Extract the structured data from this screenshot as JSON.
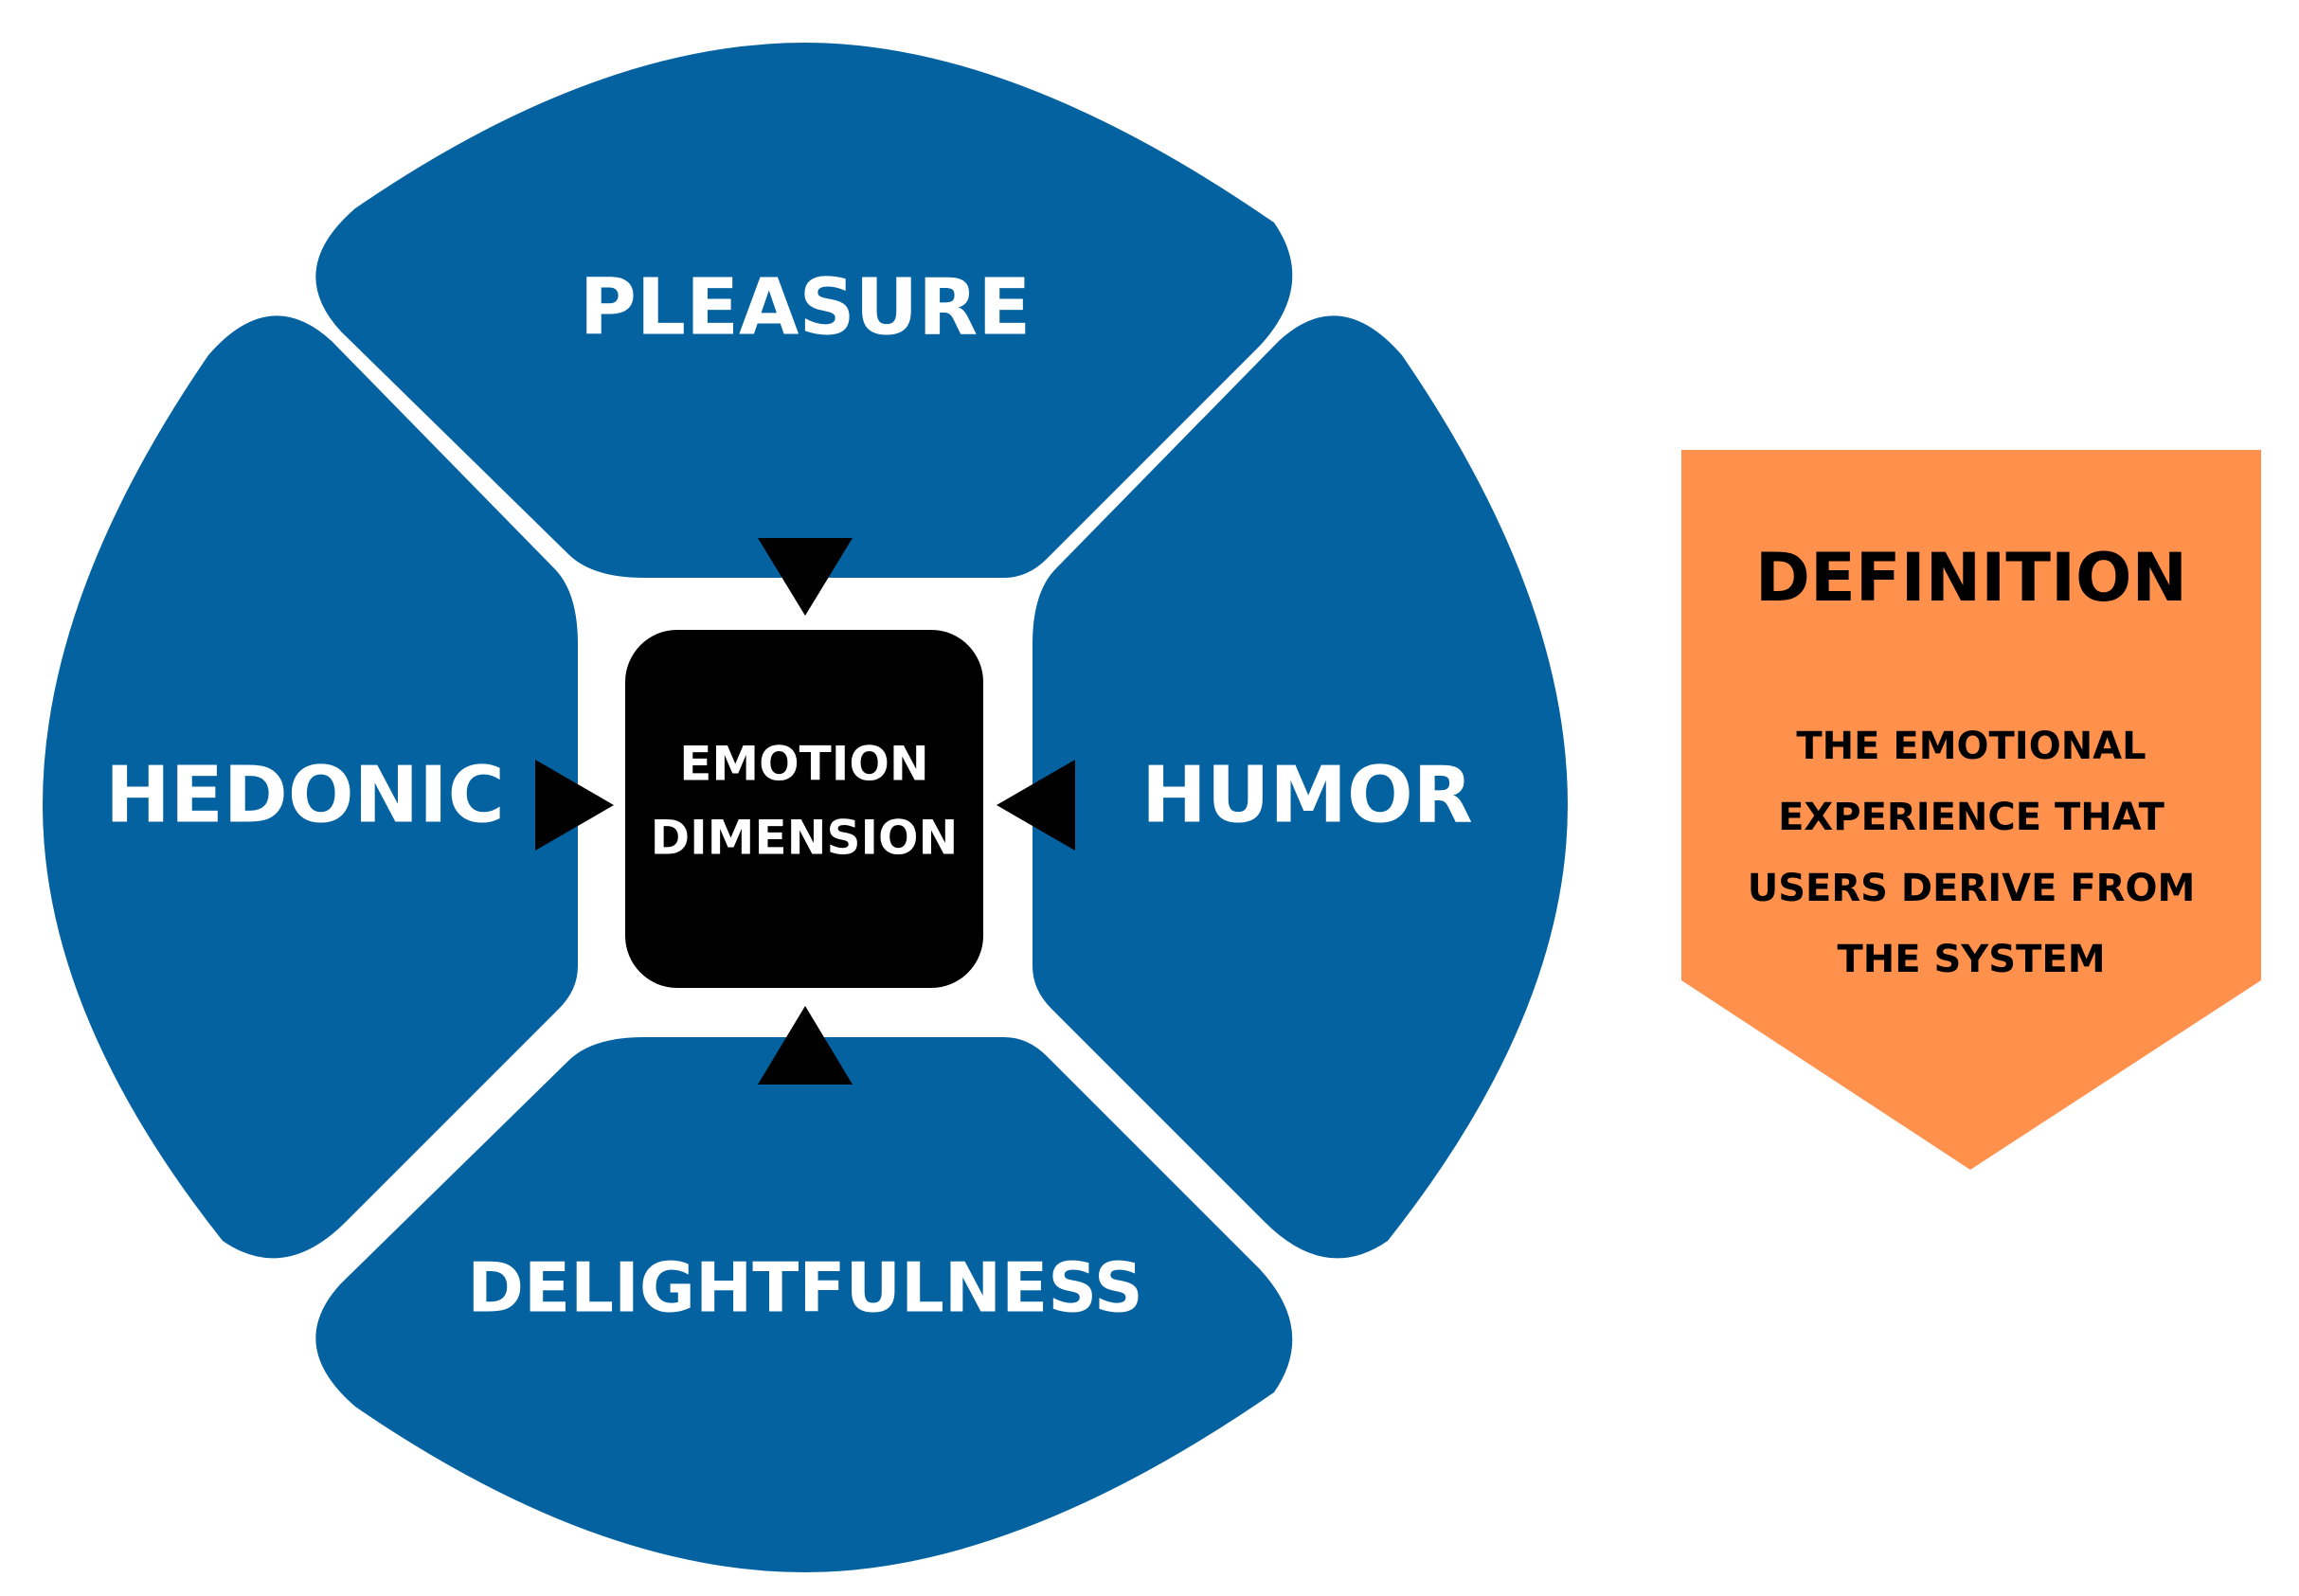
{
  "colors": {
    "petal": "#0462a1",
    "center": "#000000",
    "definition_box": "#ff914d",
    "arrow": "#000000"
  },
  "diagram": {
    "center_label_line1": "EMOTION",
    "center_label_line2": "DIMENSION",
    "top_label": "PLEASURE",
    "left_label": "HEDONIC",
    "right_label": "HUMOR",
    "bottom_label": "DELIGHTFULNESS"
  },
  "definition": {
    "title": "DEFINITION",
    "lines": [
      "THE EMOTIONAL",
      "EXPERIENCE THAT",
      "USERS DERIVE FROM",
      "THE SYSTEM"
    ]
  }
}
